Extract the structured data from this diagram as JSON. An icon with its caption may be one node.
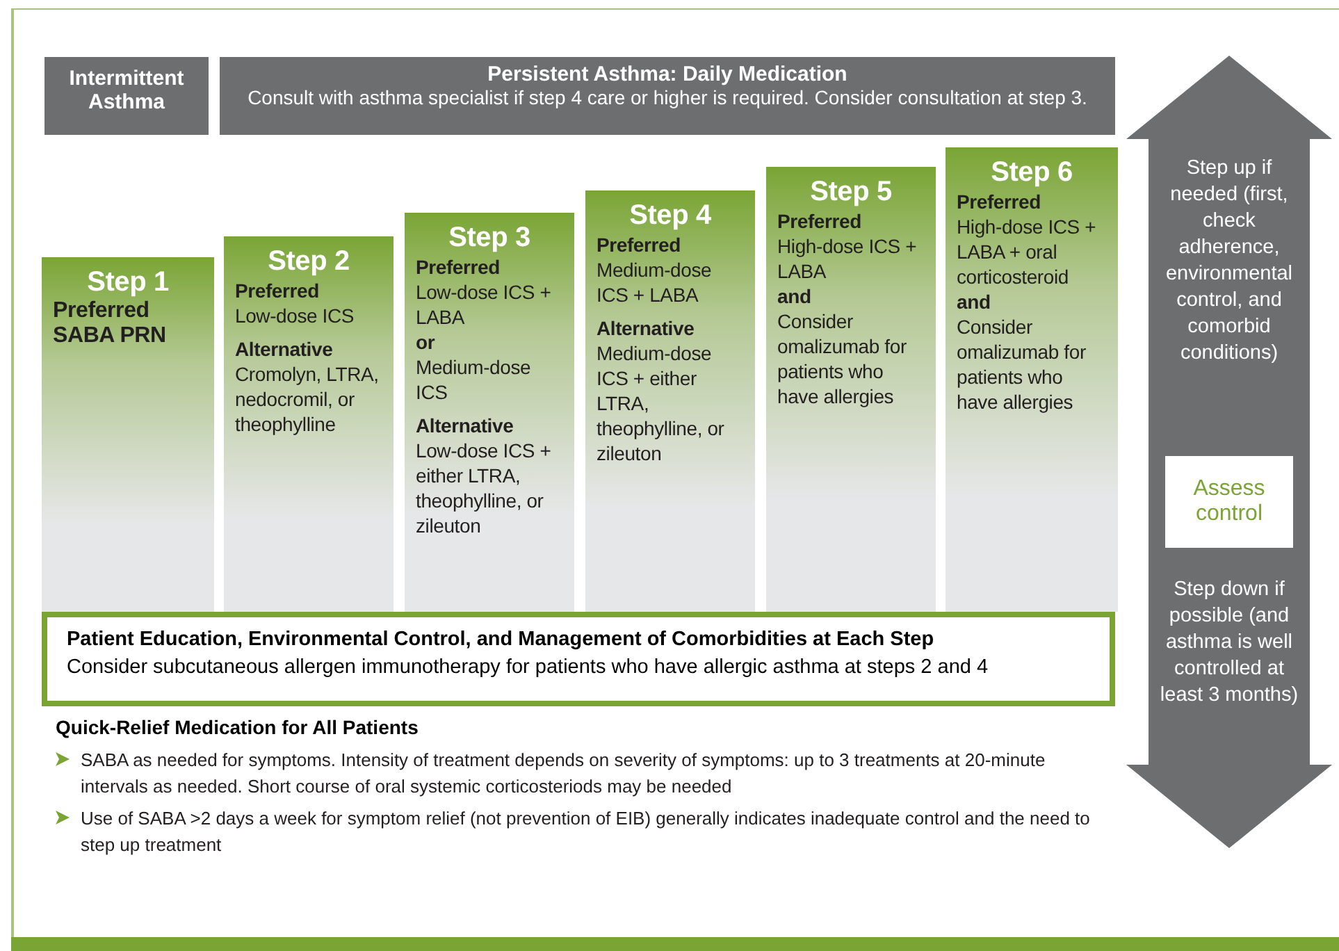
{
  "diagram": {
    "nodes": [
      {
        "text": [
          "Intermittent Asthma"
        ]
      },
      {
        "text": [
          "Persistent Asthma: Daily Medication",
          "Consult with asthma specialist if step 4 care or higher is required. Consider consultation at step 3."
        ]
      },
      {
        "text": [
          "Step 1",
          "Preferred",
          "SABA PRN"
        ]
      },
      {
        "text": [
          "Step 2",
          "Preferred",
          "Low-dose ICS",
          "Alternative",
          "Cromolyn, LTRA, nedocromil, or theophylline"
        ]
      },
      {
        "text": [
          "Step 3",
          "Preferred",
          "Low-dose ICS + LABA",
          "or",
          "Medium-dose ICS",
          "Alternative",
          "Low-dose ICS + either LTRA, theophylline, or zileuton"
        ]
      },
      {
        "text": [
          "Step 4",
          "Preferred",
          "Medium-dose ICS + LABA",
          "Alternative",
          "Medium-dose ICS + either LTRA, theophylline, or zileuton"
        ]
      },
      {
        "text": [
          "Step 5",
          "Preferred",
          "High-dose ICS + LABA",
          "and",
          "Consider omalizumab for patients who have allergies"
        ]
      },
      {
        "text": [
          "Step 6",
          "Preferred",
          "High-dose ICS + LABA + oral corticosteroid",
          "and",
          "Consider omalizumab for patients who have allergies"
        ]
      },
      {
        "text": [
          "Patient Education, Environmental Control, and Management of Comorbidities at Each Step",
          "Consider subcutaneous allergen immunotherapy for patients who have allergic asthma at steps 2 and 4"
        ]
      },
      {
        "text": [
          "Step up if needed (first, check adherence, environmental control, and comorbid conditions)",
          "Step down if possible (and asthma is well controlled at least 3 months)"
        ]
      },
      {
        "text": [
          "Assess control"
        ],
        "in": 9
      }
    ],
    "labels": [
      "Quick-Relief Medication for All Patients",
      "SABA as needed for symptoms. Intensity of treatment depends on severity of symptoms: up to 3 treatments at 20-minute intervals as needed. Short course of oral systemic corticosteriods may be needed",
      "Use of SABA >2 days a week for symptom relief (not prevention of EIB) generally indicates inadequate control and the need to step up treatment"
    ]
  }
}
